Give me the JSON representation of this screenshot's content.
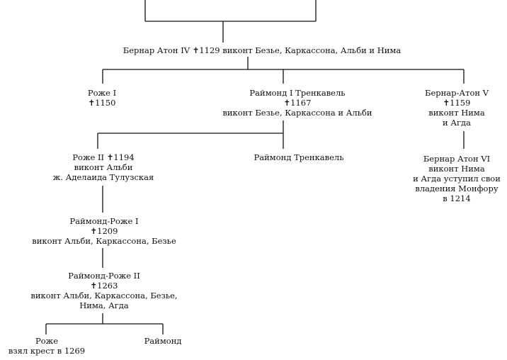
{
  "nodes": {
    "bernard_aton_iv": "Бернар Атон IV ✝1129 виконт Безье, Каркассона, Альби и Нима",
    "roger_i": [
      "Роже I",
      "✝1150"
    ],
    "raymond_i": [
      "Раймонд I Тренкавель",
      "✝1167",
      "виконт Безье, Каркассона и Альби"
    ],
    "bernard_aton_v": [
      "Бернар-Атон V",
      "✝1159",
      "виконт Нима",
      "и Агда"
    ],
    "roger_ii": [
      "Роже II ✝1194",
      "виконт Альби",
      "ж. Аделаида Тулузская"
    ],
    "raymond_trencavel": "Раймонд Тренкавель",
    "bernard_aton_vi": [
      "Бернар Атон VI",
      "виконт Нима",
      "и Агда уступил свои",
      "владения Монфору",
      "в 1214"
    ],
    "raymond_roger_i": [
      "Раймонд-Роже I",
      "✝1209",
      "виконт Альби, Каркассона, Безье"
    ],
    "raymond_roger_ii": [
      "Раймонд-Роже II",
      "✝1263",
      "виконт Альби, Каркассона, Безье,",
      "Нима, Агда"
    ],
    "roger_crusader": [
      "Роже",
      "взял крест в 1269"
    ],
    "raymond_last": "Раймонд"
  }
}
